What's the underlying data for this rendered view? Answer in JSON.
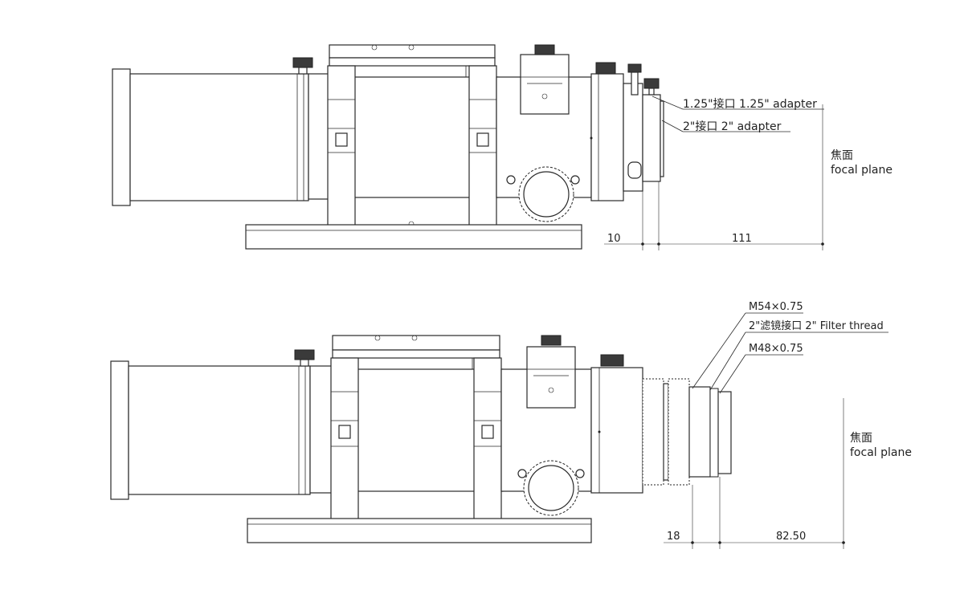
{
  "top_view": {
    "callouts": [
      {
        "text": "1.25\"接口  1.25\" adapter"
      },
      {
        "text": "2\"接口  2\" adapter"
      }
    ],
    "focal_plane": {
      "zh": "焦面",
      "en": "focal plane"
    },
    "dimensions": [
      "10",
      "111"
    ]
  },
  "bottom_view": {
    "callouts": [
      {
        "text": "M54×0.75"
      },
      {
        "text": "2\"滤镜接口  2\" Filter thread"
      },
      {
        "text": "M48×0.75"
      }
    ],
    "focal_plane": {
      "zh": "焦面",
      "en": "focal plane"
    },
    "dimensions": [
      "18",
      "82.50"
    ]
  }
}
